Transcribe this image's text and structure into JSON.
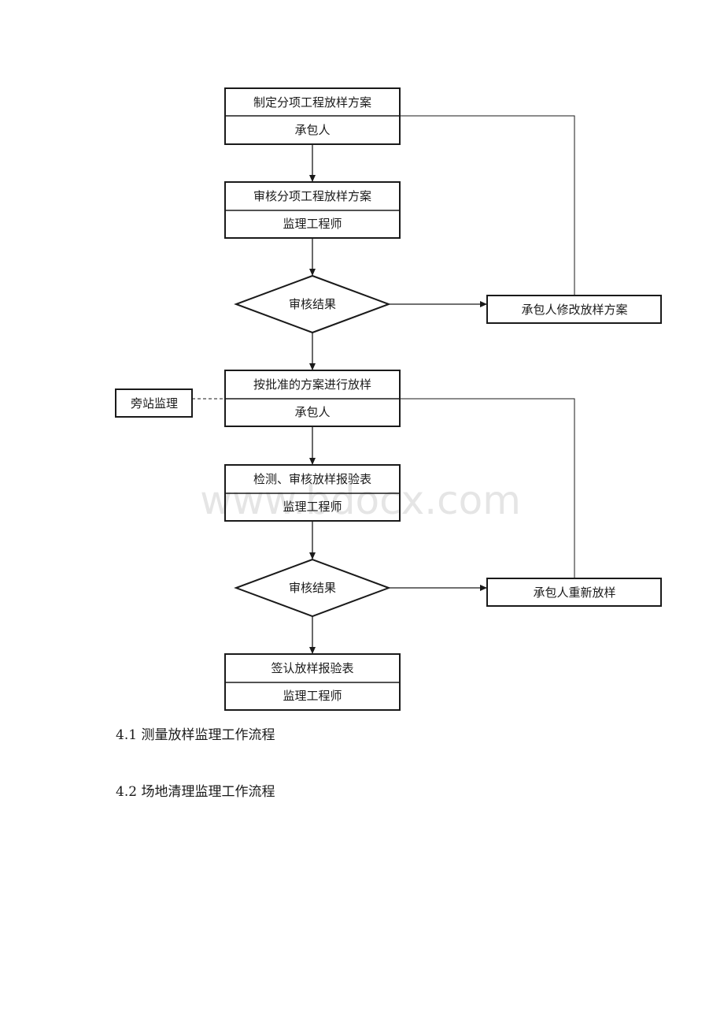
{
  "diagram": {
    "nodes": [
      {
        "id": "n1",
        "shape": "split-box",
        "top": "制定分项工程放样方案",
        "bottom": "承包人"
      },
      {
        "id": "n2",
        "shape": "split-box",
        "top": "审核分项工程放样方案",
        "bottom": "监理工程师"
      },
      {
        "id": "d1",
        "shape": "diamond",
        "label": "审核结果"
      },
      {
        "id": "r1",
        "shape": "box",
        "label": "承包人修改放样方案"
      },
      {
        "id": "n3",
        "shape": "split-box",
        "top": "按批准的方案进行放样",
        "bottom": "承包人"
      },
      {
        "id": "s1",
        "shape": "box",
        "label": "旁站监理"
      },
      {
        "id": "n4",
        "shape": "split-box",
        "top": "检测、审核放样报验表",
        "bottom": "监理工程师"
      },
      {
        "id": "d2",
        "shape": "diamond",
        "label": "审核结果"
      },
      {
        "id": "r2",
        "shape": "box",
        "label": "承包人重新放样"
      },
      {
        "id": "n5",
        "shape": "split-box",
        "top": "签认放样报验表",
        "bottom": "监理工程师"
      }
    ],
    "edges": [
      {
        "from": "n1",
        "to": "n2",
        "style": "arrow"
      },
      {
        "from": "n2",
        "to": "d1",
        "style": "arrow"
      },
      {
        "from": "d1",
        "to": "r1",
        "style": "arrow"
      },
      {
        "from": "r1",
        "to": "n1",
        "style": "line"
      },
      {
        "from": "d1",
        "to": "n3",
        "style": "arrow"
      },
      {
        "from": "s1",
        "to": "n3",
        "style": "dashed"
      },
      {
        "from": "n3",
        "to": "n4",
        "style": "arrow"
      },
      {
        "from": "n4",
        "to": "d2",
        "style": "arrow"
      },
      {
        "from": "d2",
        "to": "r2",
        "style": "arrow"
      },
      {
        "from": "r2",
        "to": "n3",
        "style": "line"
      },
      {
        "from": "d2",
        "to": "n5",
        "style": "arrow"
      }
    ],
    "watermark": "www.bdocx.com"
  },
  "captions": {
    "first": "4.1 测量放样监理工作流程",
    "second": "4.2 场地清理监理工作流程"
  }
}
